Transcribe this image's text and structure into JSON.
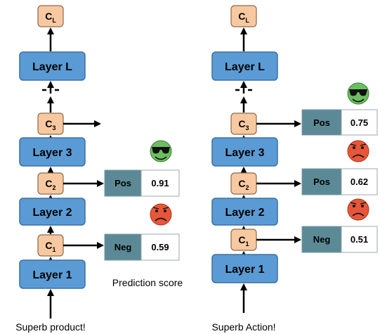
{
  "left": {
    "layers": [
      "Layer L",
      "Layer 3",
      "Layer 2",
      "Layer 1"
    ],
    "cells": [
      {
        "main": "C",
        "sub": "L"
      },
      {
        "main": "C",
        "sub": "3"
      },
      {
        "main": "C",
        "sub": "2"
      },
      {
        "main": "C",
        "sub": "1"
      }
    ],
    "predictions": [
      {
        "label": "Pos",
        "score": "0.91",
        "emoji": "sunglasses-face-icon",
        "color": "#6cbf60"
      },
      {
        "label": "Neg",
        "score": "0.59",
        "emoji": "sad-face-icon",
        "color": "#e8563a"
      }
    ],
    "input": "Superb product!",
    "score_caption": "Prediction score"
  },
  "right": {
    "layers": [
      "Layer L",
      "Layer 3",
      "Layer 2",
      "Layer 1"
    ],
    "cells": [
      {
        "main": "C",
        "sub": "L"
      },
      {
        "main": "C",
        "sub": "3"
      },
      {
        "main": "C",
        "sub": "2"
      },
      {
        "main": "C",
        "sub": "1"
      }
    ],
    "predictions": [
      {
        "label": "Pos",
        "score": "0.75",
        "emoji": "sunglasses-face-icon",
        "color": "#6cbf60"
      },
      {
        "label": "Pos",
        "score": "0.62",
        "emoji": "sad-face-icon",
        "color": "#e8563a"
      },
      {
        "label": "Neg",
        "score": "0.51",
        "emoji": "sad-face-icon",
        "color": "#e8563a"
      }
    ],
    "input": "Superb Action!"
  }
}
